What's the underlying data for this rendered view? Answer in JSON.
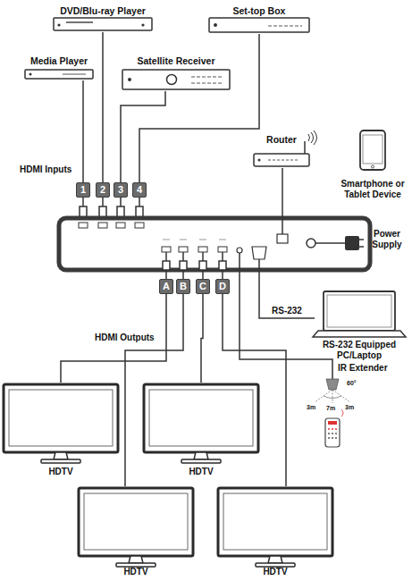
{
  "diagram": {
    "nodes": [
      {
        "text": [
          "Media Player"
        ]
      },
      {
        "text": [
          "DVD/Blu-ray Player"
        ]
      },
      {
        "text": [
          "Satellite Receiver"
        ]
      },
      {
        "text": [
          "Set-top Box"
        ]
      },
      {
        "text": [
          "1"
        ]
      },
      {
        "text": [
          "2"
        ]
      },
      {
        "text": [
          "3"
        ]
      },
      {
        "text": [
          "4"
        ]
      },
      {
        "text": [
          "Router"
        ]
      },
      {
        "text": [
          "Smartphone or Tablet Device"
        ]
      },
      {
        "text": [
          "Power Supply"
        ]
      },
      {
        "text": [
          "A"
        ]
      },
      {
        "text": [
          "B"
        ]
      },
      {
        "text": [
          "C"
        ]
      },
      {
        "text": [
          "D"
        ]
      },
      {
        "text": [
          "RS-232 Equipped PC/Laptop"
        ]
      },
      {
        "text": [
          "IR Extender"
        ]
      },
      {
        "text": [
          "HDTV"
        ]
      },
      {
        "text": [
          "HDTV"
        ]
      },
      {
        "text": [
          "HDTV"
        ]
      },
      {
        "text": [
          "HDTV"
        ]
      }
    ],
    "edges": [
      {
        "from": 0,
        "to": 4,
        "arrow": "none"
      },
      {
        "from": 1,
        "to": 5,
        "arrow": "none"
      },
      {
        "from": 2,
        "to": 6,
        "arrow": "none"
      },
      {
        "from": 3,
        "to": 7,
        "arrow": "none"
      },
      {
        "from": 11,
        "to": 17,
        "arrow": "none"
      },
      {
        "from": 12,
        "to": 19,
        "arrow": "none"
      },
      {
        "from": 13,
        "to": 18,
        "arrow": "none"
      },
      {
        "from": 14,
        "to": 20,
        "arrow": "none"
      }
    ],
    "labels": [
      "HDMI Inputs",
      "HDMI Outputs",
      "RS-232",
      "60°",
      "3m",
      "7m",
      "3m"
    ]
  }
}
